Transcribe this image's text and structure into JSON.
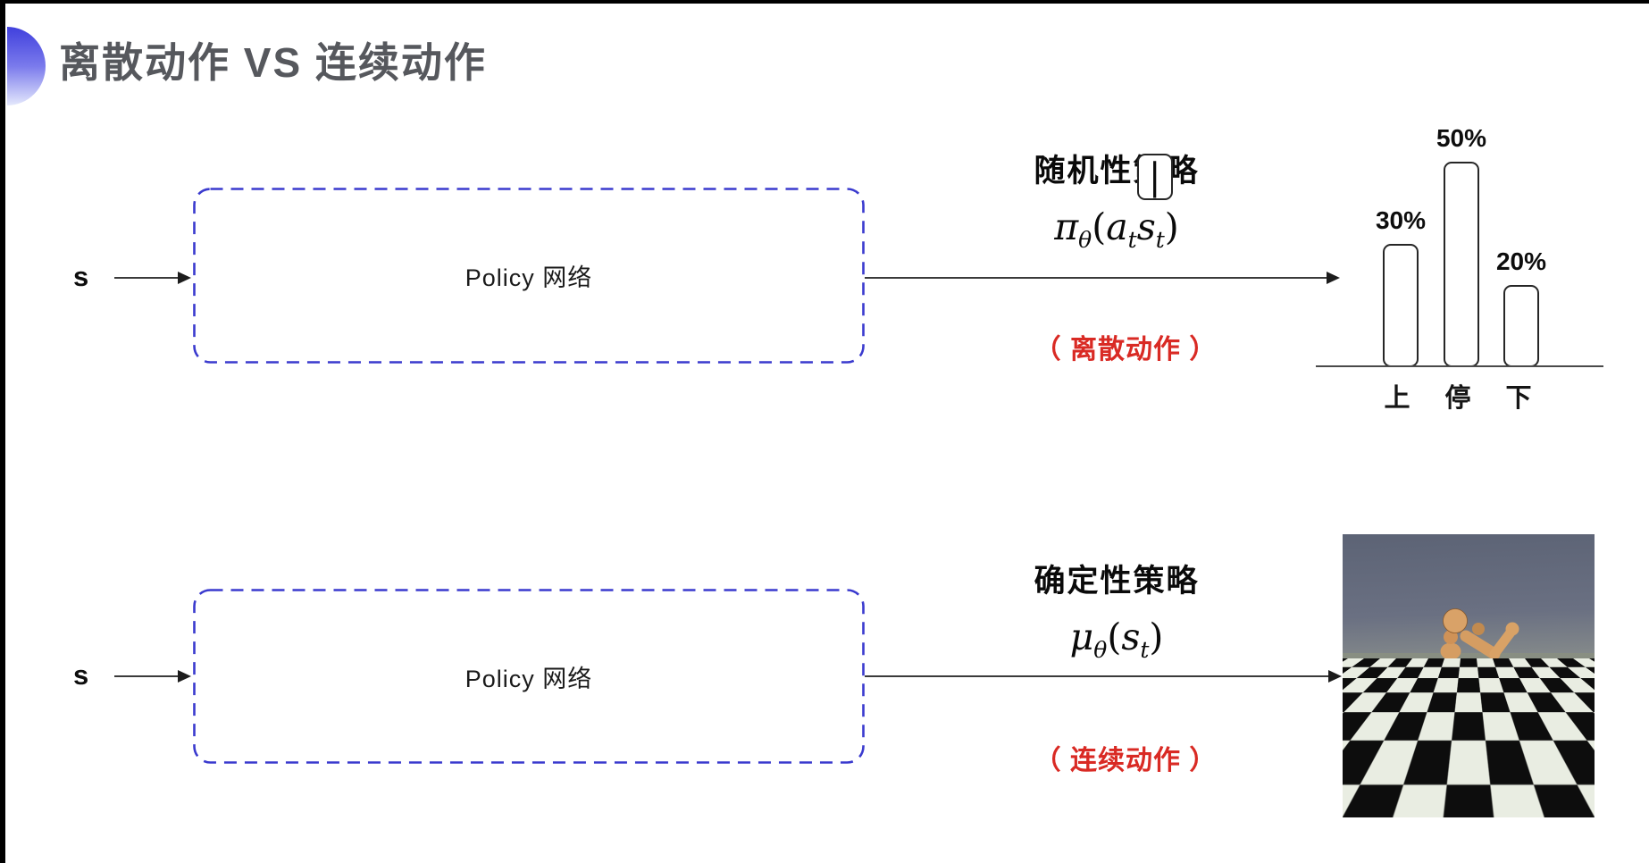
{
  "slide": {
    "title": "离散动作 VS 连续动作"
  },
  "top_row": {
    "input_label": "s",
    "box_label": "Policy 网络",
    "policy_title": "随机性策略",
    "formula": {
      "pi": "π",
      "theta": "θ",
      "open": "(",
      "a": "a",
      "t1": "t",
      "bar": "|",
      "s": "s",
      "t2": "t",
      "close": ")"
    },
    "action_note": "（ 离散动作 ）"
  },
  "bottom_row": {
    "input_label": "s",
    "box_label": "Policy 网络",
    "policy_title": "确定性策略",
    "formula": {
      "mu": "μ",
      "theta": "θ",
      "open": "(",
      "s": "s",
      "t": "t",
      "close": ")"
    },
    "action_note": "（ 连续动作 ）"
  },
  "chart_data": {
    "type": "bar",
    "categories": [
      "上",
      "停",
      "下"
    ],
    "values": [
      30,
      50,
      20
    ],
    "value_labels": [
      "30%",
      "50%",
      "20%"
    ],
    "title": "",
    "xlabel": "",
    "ylabel": "",
    "ylim": [
      0,
      55
    ],
    "grid": false,
    "legend": false
  },
  "colors": {
    "accent_blue": "#4040dd",
    "box_border_blue": "#3a3ace",
    "note_red": "#d92a24",
    "title_gray": "#56585d"
  }
}
